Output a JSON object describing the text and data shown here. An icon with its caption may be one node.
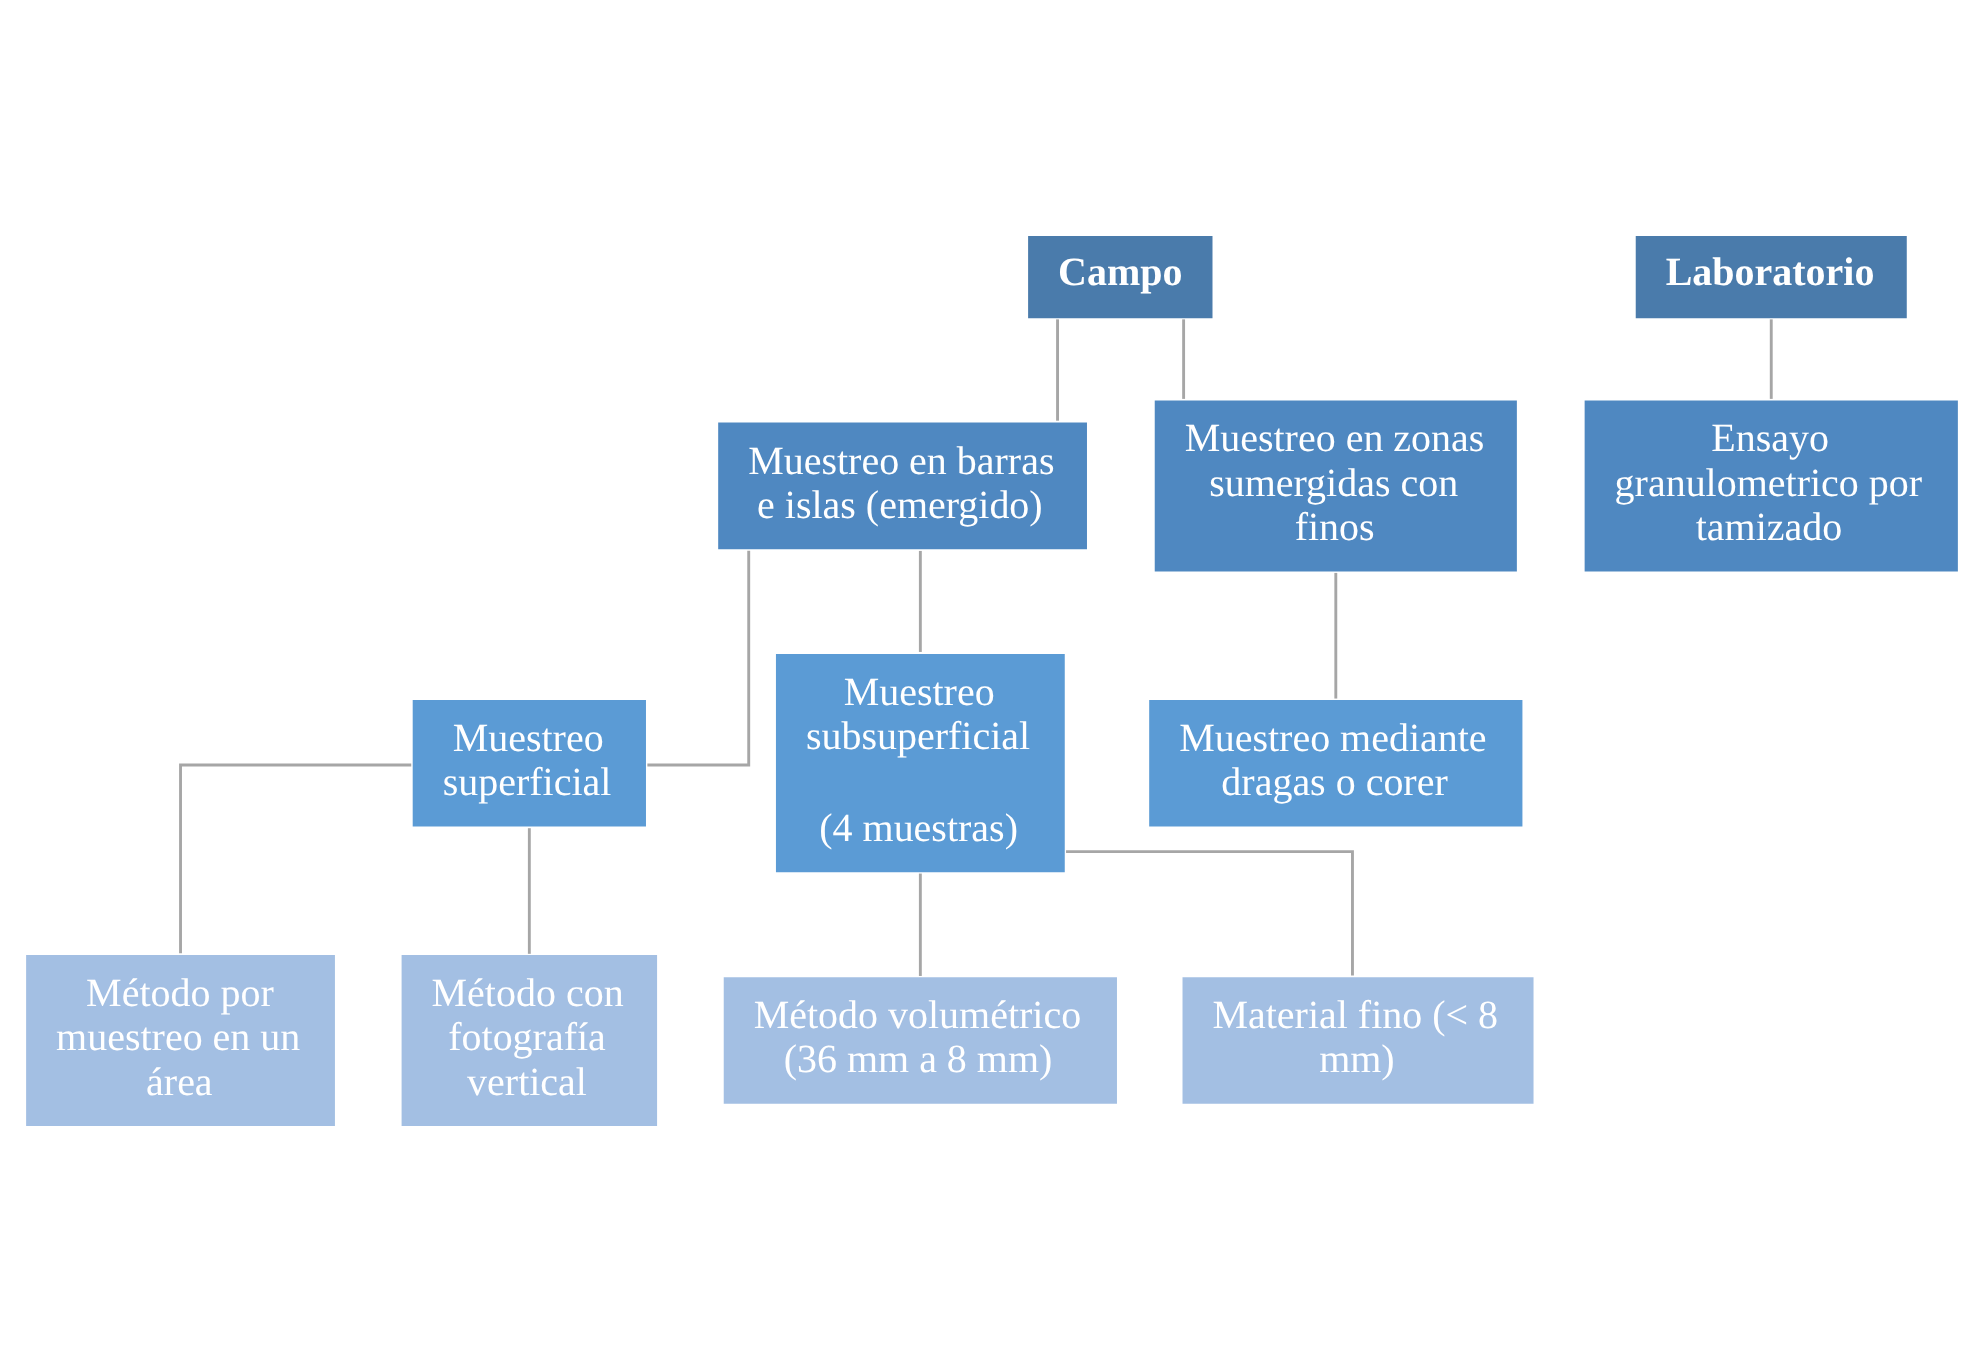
{
  "diagram": {
    "nodes": [
      {
        "text": [
          "Campo"
        ]
      },
      {
        "text": [
          "Muestreo en barras e islas (emergido)"
        ]
      },
      {
        "text": [
          "Muestreo en zonas sumergidas con finos"
        ]
      },
      {
        "text": [
          "Muestreo superficial"
        ]
      },
      {
        "text": [
          "Muestreo subsuperficial",
          "(4 muestras)"
        ]
      },
      {
        "text": [
          "Muestreo mediante dragas o corer"
        ]
      },
      {
        "text": [
          "Método por muestreo en un área"
        ]
      },
      {
        "text": [
          "Método con fotografía vertical"
        ]
      },
      {
        "text": [
          "Método volumétrico (36 mm a 8 mm)"
        ]
      },
      {
        "text": [
          "Material fino (< 8 mm)"
        ]
      },
      {
        "text": [
          "Laboratorio"
        ]
      },
      {
        "text": [
          "Ensayo granulometrico por tamizado"
        ]
      }
    ],
    "edges": [
      {
        "from": 0,
        "to": 1,
        "arrow": "none"
      },
      {
        "from": 0,
        "to": 2,
        "arrow": "none"
      },
      {
        "from": 1,
        "to": 3,
        "arrow": "none"
      },
      {
        "from": 1,
        "to": 4,
        "arrow": "none"
      },
      {
        "from": 2,
        "to": 5,
        "arrow": "none"
      },
      {
        "from": 3,
        "to": 6,
        "arrow": "none"
      },
      {
        "from": 3,
        "to": 7,
        "arrow": "none"
      },
      {
        "from": 4,
        "to": 8,
        "arrow": "none"
      },
      {
        "from": 4,
        "to": 9,
        "arrow": "none"
      },
      {
        "from": 10,
        "to": 11,
        "arrow": "none"
      }
    ]
  }
}
